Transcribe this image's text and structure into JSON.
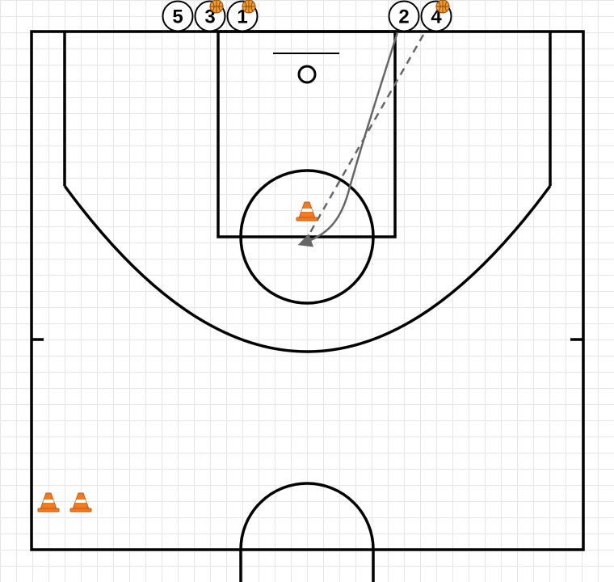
{
  "colors": {
    "court_line": "#000000",
    "grid": "#e6e6e6",
    "arrow": "#666666",
    "cone_orange": "#f47a1f",
    "ball_orange": "#f39c2c",
    "player_fill": "#ffffff"
  },
  "players": [
    {
      "label": "5",
      "has_ball": false
    },
    {
      "label": "3",
      "has_ball": true
    },
    {
      "label": "1",
      "has_ball": true
    },
    {
      "label": "2",
      "has_ball": false
    },
    {
      "label": "4",
      "has_ball": true
    }
  ],
  "movements": [
    {
      "from_player": "2",
      "style": "cut",
      "icon": "arrow-cut-solid"
    },
    {
      "from_player": "4",
      "style": "pass",
      "icon": "arrow-pass-dashed"
    }
  ],
  "cones": [
    {
      "icon": "traffic-cone-icon",
      "location": "free-throw-line"
    },
    {
      "icon": "traffic-cone-icon",
      "location": "left-sideline-corner-1"
    },
    {
      "icon": "traffic-cone-icon",
      "location": "left-sideline-corner-2"
    }
  ]
}
